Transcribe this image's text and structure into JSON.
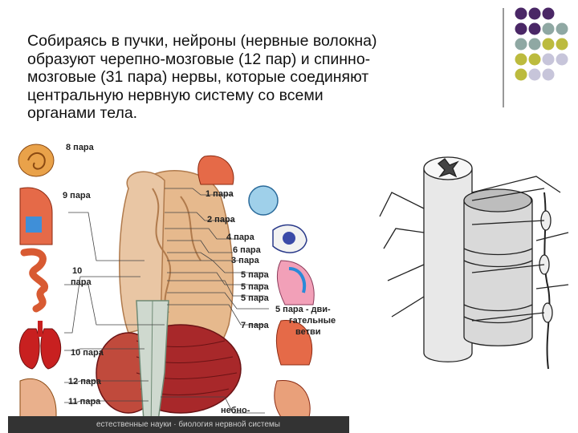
{
  "slide": {
    "text_lines": [
      "Собираясь в пучки, нейроны (нервные волокна)",
      "образуют черепно-мозговые (12 пар) и спинно-",
      "мозговые (31 пара) нервы, которые соединяют",
      "центральную нервную систему со всеми",
      "органами тела."
    ]
  },
  "accent_colors": {
    "purple": "#4a2766",
    "teal": "#8fa8a3",
    "olive": "#bcbb3e",
    "lavender": "#c7c5da"
  },
  "figure_left": {
    "labels": {
      "p8": "8 пара",
      "p9": "9 пара",
      "p10a": "10",
      "p10b": "пара",
      "p10": "10 пара",
      "p12": "12 пара",
      "p11": "11 пара",
      "r1": "1 пара",
      "r2": "2 пара",
      "r4": "4 пара",
      "r6": "6 пара",
      "r3": "3 пара",
      "r5a": "5 пара",
      "r5b": "5 пара",
      "r5c": "5 пара",
      "r5d": "5 пара - дви-",
      "r5e": "гательные",
      "r5f": "ветви",
      "r7": "7 пара",
      "nebo": "небно-"
    },
    "caption": "естественные науки · биология нервной системы"
  }
}
